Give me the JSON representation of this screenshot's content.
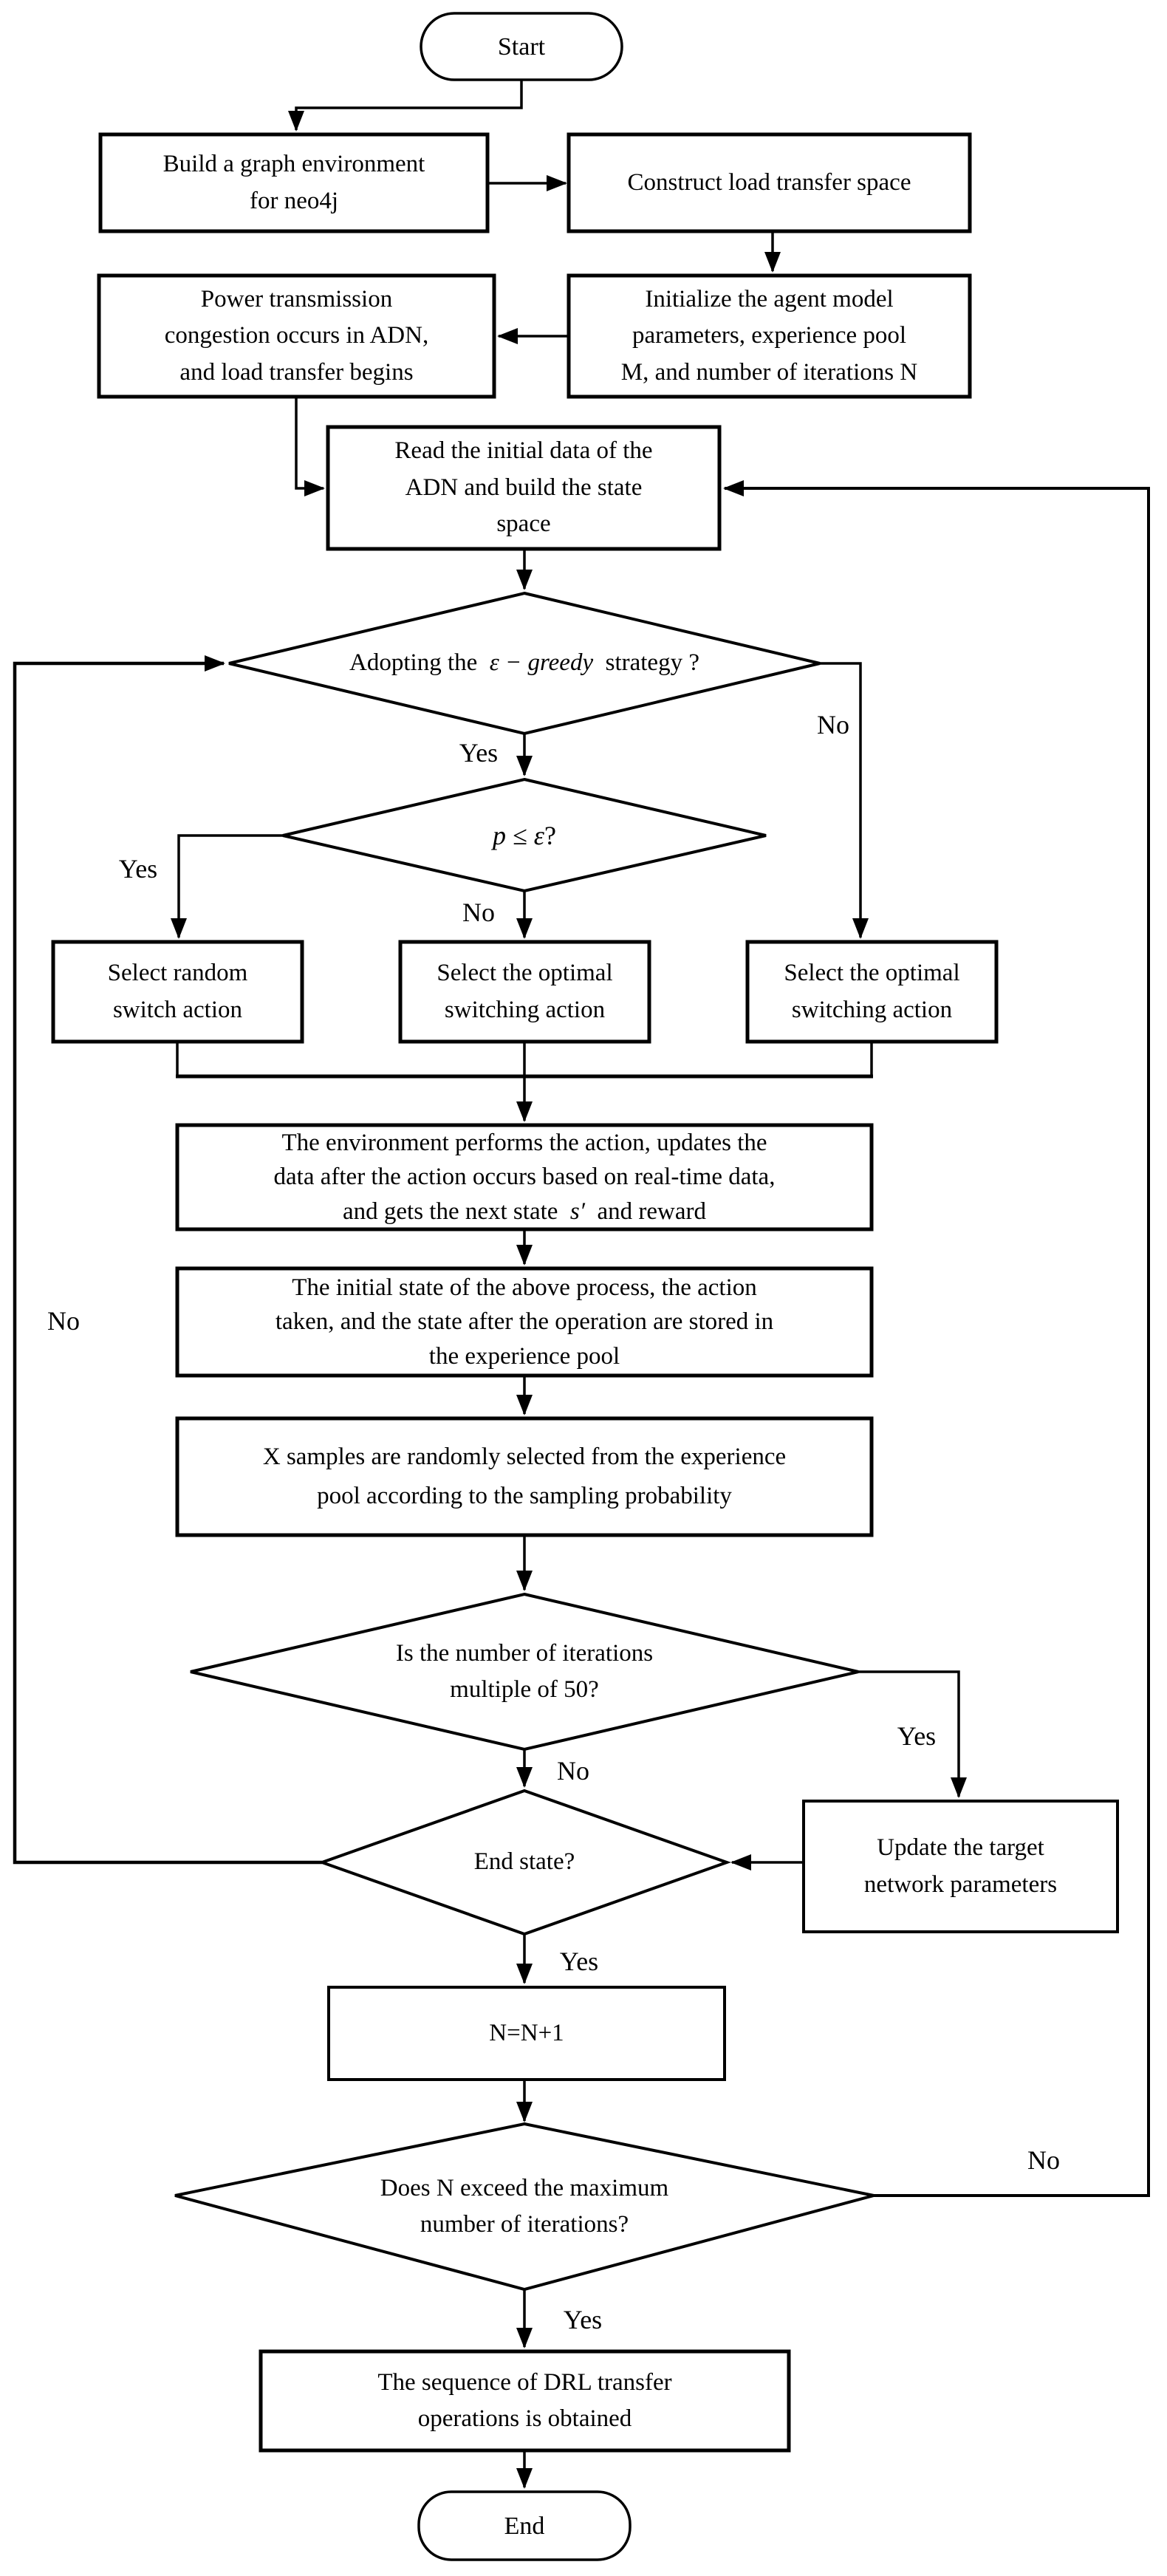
{
  "diagram": {
    "title": "DRL load transfer flowchart",
    "background": "#ffffff",
    "line_color": "#000000",
    "text_color": "#000000",
    "node_fill": "#ffffff"
  },
  "nodes": {
    "start": {
      "label": "Start"
    },
    "build": {
      "lines": [
        "Build a graph environment",
        "for neo4j"
      ]
    },
    "construct": {
      "label": "Construct load transfer space"
    },
    "power": {
      "lines": [
        "Power transmission",
        "congestion occurs in ADN,",
        "and load transfer begins"
      ]
    },
    "initialize": {
      "lines": [
        "Initialize the agent model",
        "parameters, experience pool",
        "M, and number of iterations N"
      ]
    },
    "read": {
      "lines": [
        "Read the initial data of the",
        "ADN and build the state",
        "space"
      ]
    },
    "d1": {
      "prefix": "Adopting the  ",
      "math": "ε − greedy",
      "suffix": "  strategy ?"
    },
    "d2": {
      "math": "p ≤ ε",
      "suffix": "?"
    },
    "select_random": {
      "lines": [
        "Select random",
        "switch action"
      ]
    },
    "select_optimal_mid": {
      "lines": [
        "Select the optimal",
        "switching action"
      ]
    },
    "select_optimal_right": {
      "lines": [
        "Select the optimal",
        "switching action"
      ]
    },
    "env": {
      "line1": "The environment performs the action, updates the",
      "line2": "data after the action occurs based on real-time data,",
      "line3_prefix": "and gets the next state  ",
      "line3_math": "s′",
      "line3_suffix": "  and reward"
    },
    "stored": {
      "lines": [
        "The initial state of the above process, the action",
        "taken, and the state after the operation are stored in",
        "the experience pool"
      ]
    },
    "samples": {
      "lines": [
        "X samples are randomly selected from the experience",
        "pool according to the sampling probability"
      ]
    },
    "d3": {
      "lines": [
        "Is the number of iterations",
        "multiple of 50?"
      ]
    },
    "update": {
      "lines": [
        "Update the target",
        "network parameters"
      ]
    },
    "d4": {
      "label": "End state?"
    },
    "nplus": {
      "label": "N=N+1"
    },
    "d5": {
      "lines": [
        "Does N exceed the maximum",
        "number of iterations?"
      ]
    },
    "seq": {
      "lines": [
        "The sequence of DRL transfer",
        "operations is obtained"
      ]
    },
    "end": {
      "label": "End"
    }
  },
  "edge_labels": {
    "d1_yes": "Yes",
    "d1_no": "No",
    "d2_yes": "Yes",
    "d2_no": "No",
    "d3_yes": "Yes",
    "d3_no": "No",
    "d4_yes": "Yes",
    "d4_no": "No",
    "d5_yes": "Yes",
    "d5_no": "No"
  }
}
